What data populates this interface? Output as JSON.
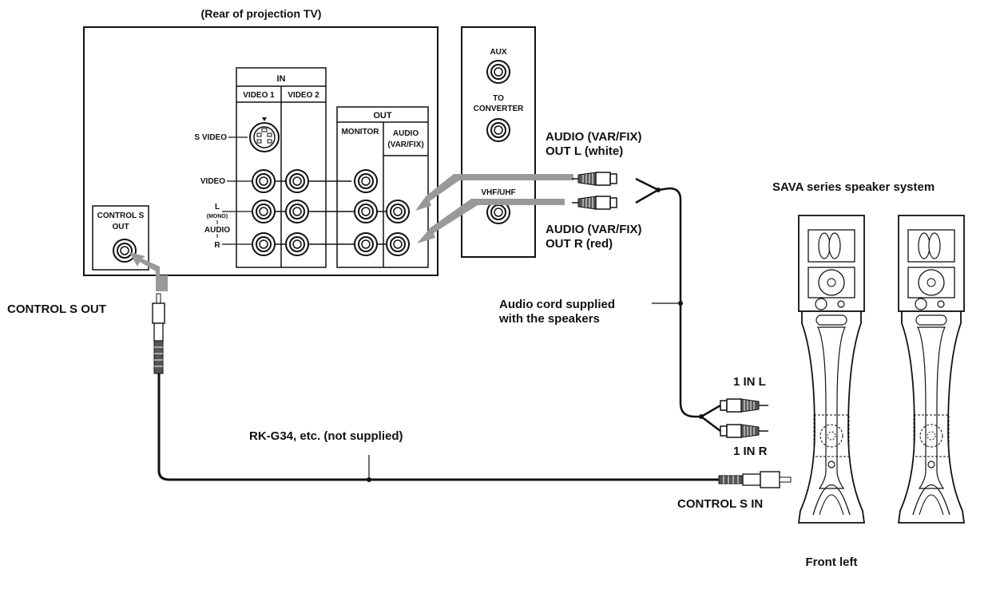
{
  "tv": {
    "title": "(Rear of projection TV)",
    "in_header": "IN",
    "video1": "VIDEO 1",
    "video2": "VIDEO 2",
    "out_header": "OUT",
    "monitor": "MONITOR",
    "audio_line1": "AUDIO",
    "audio_line2": "(VAR/FIX)",
    "s_video": "S VIDEO",
    "video": "VIDEO",
    "l": "L",
    "mono": "(MONO)",
    "audio_side": "AUDIO",
    "r": "R",
    "control_s_line1": "CONTROL S",
    "control_s_line2": "OUT"
  },
  "side_panel": {
    "aux": "AUX",
    "to": "TO",
    "converter": "CONVERTER",
    "vhf_uhf": "VHF/UHF"
  },
  "labels": {
    "audio_out_l_line1": "AUDIO (VAR/FIX)",
    "audio_out_l_line2": "OUT L (white)",
    "audio_out_r_line1": "AUDIO (VAR/FIX)",
    "audio_out_r_line2": "OUT R (red)",
    "audio_cord_line1": "Audio cord supplied",
    "audio_cord_line2": "with the speakers",
    "control_s_out": "CONTROL S OUT",
    "rk_cable": "RK-G34, etc. (not supplied)",
    "in_l": "1 IN L",
    "in_r": "1 IN R",
    "control_s_in": "CONTROL S IN",
    "speaker_system": "SAVA series speaker system",
    "front_left": "Front left"
  },
  "colors": {
    "arrow": "#999999",
    "line": "#111111",
    "background": "#ffffff"
  },
  "icons": [
    "rca-jack-icon",
    "s-video-jack-icon",
    "rca-plug-icon",
    "mini-plug-icon",
    "arrow-icon",
    "speaker-icon"
  ]
}
